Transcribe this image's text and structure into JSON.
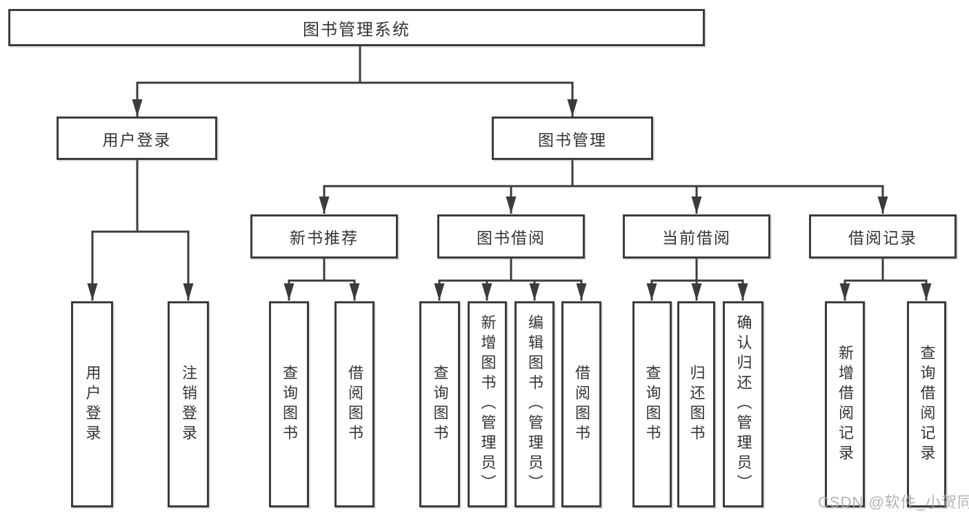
{
  "tree": {
    "label": "图书管理系统",
    "children": [
      {
        "label": "用户登录",
        "children": [
          {
            "label": "用户登录"
          },
          {
            "label": "注销登录"
          }
        ]
      },
      {
        "label": "图书管理",
        "children": [
          {
            "label": "新书推荐",
            "children": [
              {
                "label": "查询图书"
              },
              {
                "label": "借阅图书"
              }
            ]
          },
          {
            "label": "图书借阅",
            "children": [
              {
                "label": "查询图书"
              },
              {
                "label": "新增图书（管理员）"
              },
              {
                "label": "编辑图书（管理员）"
              },
              {
                "label": "借阅图书"
              }
            ]
          },
          {
            "label": "当前借阅",
            "children": [
              {
                "label": "查询图书"
              },
              {
                "label": "归还图书"
              },
              {
                "label": "确认归还（管理员）"
              }
            ]
          },
          {
            "label": "借阅记录",
            "children": [
              {
                "label": "新增借阅记录"
              },
              {
                "label": "查询借阅记录"
              }
            ]
          }
        ]
      }
    ]
  },
  "watermark": "CSDN @软件_小贺同学",
  "colors": {
    "line": "#3b3b3b",
    "text": "#333333",
    "box_background": "#ffffff",
    "watermark": "#a6a6a6",
    "background": "#ffffff"
  }
}
